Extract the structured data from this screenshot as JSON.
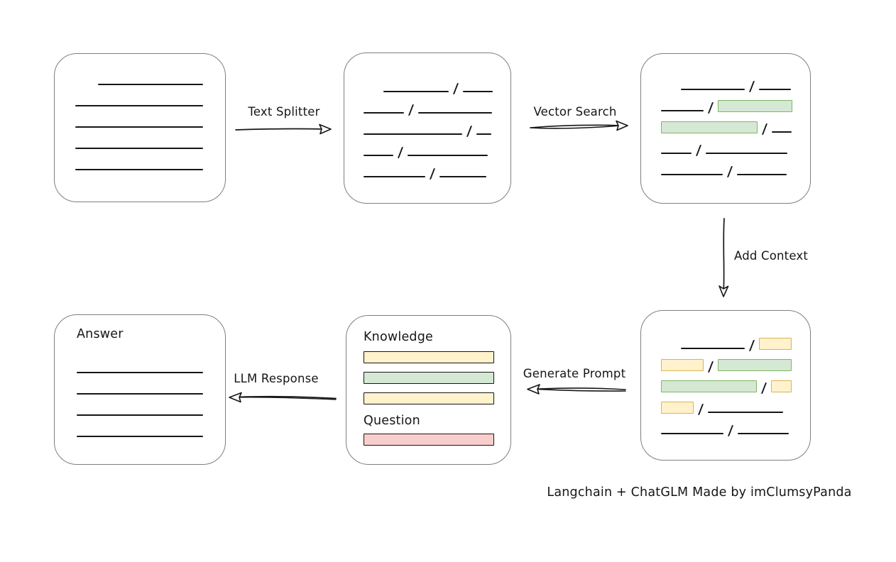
{
  "caption": "Langchain + ChatGLM Made by imClumsyPanda",
  "labels": {
    "text_splitter": "Text Splitter",
    "vector_search": "Vector Search",
    "add_context": "Add Context",
    "generate_prompt": "Generate Prompt",
    "llm_response": "LLM Response"
  },
  "colors": {
    "ink": "#161616",
    "box_border": "#7f7f7f",
    "green_fill": "#d5e8d4",
    "green_stroke": "#82b366",
    "yellow_fill": "#fff2cc",
    "yellow_stroke": "#d6b656",
    "red_fill": "#f8cecc",
    "red_stroke": "#b85450"
  },
  "boxes": {
    "document": {
      "rows": [
        {
          "indent": 32,
          "segs": [
            {
              "t": "line",
              "w": 148
            }
          ]
        },
        {
          "segs": [
            {
              "t": "line",
              "w": 180
            }
          ]
        },
        {
          "segs": [
            {
              "t": "line",
              "w": 180
            }
          ]
        },
        {
          "segs": [
            {
              "t": "line",
              "w": 180
            }
          ]
        },
        {
          "segs": [
            {
              "t": "line",
              "w": 180
            }
          ]
        }
      ]
    },
    "chunks": {
      "rows": [
        {
          "indent": 28,
          "segs": [
            {
              "t": "line",
              "w": 92
            },
            {
              "t": "slash"
            },
            {
              "t": "line",
              "w": 42
            }
          ]
        },
        {
          "segs": [
            {
              "t": "line",
              "w": 57
            },
            {
              "t": "slash"
            },
            {
              "t": "line",
              "w": 104
            }
          ]
        },
        {
          "segs": [
            {
              "t": "line",
              "w": 139
            },
            {
              "t": "slash"
            },
            {
              "t": "line",
              "w": 21
            }
          ]
        },
        {
          "segs": [
            {
              "t": "line",
              "w": 42
            },
            {
              "t": "slash"
            },
            {
              "t": "line",
              "w": 113
            }
          ]
        },
        {
          "segs": [
            {
              "t": "line",
              "w": 87
            },
            {
              "t": "slash"
            },
            {
              "t": "line",
              "w": 66
            }
          ]
        }
      ]
    },
    "retrieved": {
      "rows": [
        {
          "indent": 28,
          "segs": [
            {
              "t": "line",
              "w": 90
            },
            {
              "t": "slash"
            },
            {
              "t": "line",
              "w": 45
            }
          ]
        },
        {
          "segs": [
            {
              "t": "line",
              "w": 60
            },
            {
              "t": "slash"
            },
            {
              "t": "rect",
              "c": "green",
              "w": 103
            }
          ]
        },
        {
          "segs": [
            {
              "t": "rect",
              "c": "green",
              "w": 134
            },
            {
              "t": "slash"
            },
            {
              "t": "line",
              "w": 28
            }
          ]
        },
        {
          "segs": [
            {
              "t": "line",
              "w": 43
            },
            {
              "t": "slash"
            },
            {
              "t": "line",
              "w": 115
            }
          ]
        },
        {
          "segs": [
            {
              "t": "line",
              "w": 87
            },
            {
              "t": "slash"
            },
            {
              "t": "line",
              "w": 70
            }
          ]
        }
      ]
    },
    "context": {
      "rows": [
        {
          "indent": 28,
          "segs": [
            {
              "t": "line",
              "w": 90
            },
            {
              "t": "slash"
            },
            {
              "t": "rect",
              "c": "yellow",
              "w": 44
            }
          ]
        },
        {
          "segs": [
            {
              "t": "rect",
              "c": "yellow",
              "w": 58
            },
            {
              "t": "slash"
            },
            {
              "t": "rect",
              "c": "green",
              "w": 102
            }
          ]
        },
        {
          "segs": [
            {
              "t": "rect",
              "c": "green",
              "w": 133
            },
            {
              "t": "slash"
            },
            {
              "t": "rect",
              "c": "yellow",
              "w": 27
            }
          ]
        },
        {
          "segs": [
            {
              "t": "rect",
              "c": "yellow",
              "w": 44
            },
            {
              "t": "slash"
            },
            {
              "t": "line",
              "w": 106
            }
          ]
        },
        {
          "segs": [
            {
              "t": "line",
              "w": 88
            },
            {
              "t": "slash"
            },
            {
              "t": "line",
              "w": 72
            }
          ]
        }
      ]
    },
    "prompt": {
      "knowledge_label": "Knowledge",
      "question_label": "Question",
      "knowledge_bars": [
        "yellow",
        "green",
        "yellow"
      ],
      "question_bars": [
        "red"
      ]
    },
    "answer": {
      "title": "Answer",
      "rows": [
        {
          "segs": [
            {
              "t": "line",
              "w": 178
            }
          ]
        },
        {
          "segs": [
            {
              "t": "line",
              "w": 178
            }
          ]
        },
        {
          "segs": [
            {
              "t": "line",
              "w": 178
            }
          ]
        },
        {
          "segs": [
            {
              "t": "line",
              "w": 178
            }
          ]
        }
      ]
    }
  }
}
